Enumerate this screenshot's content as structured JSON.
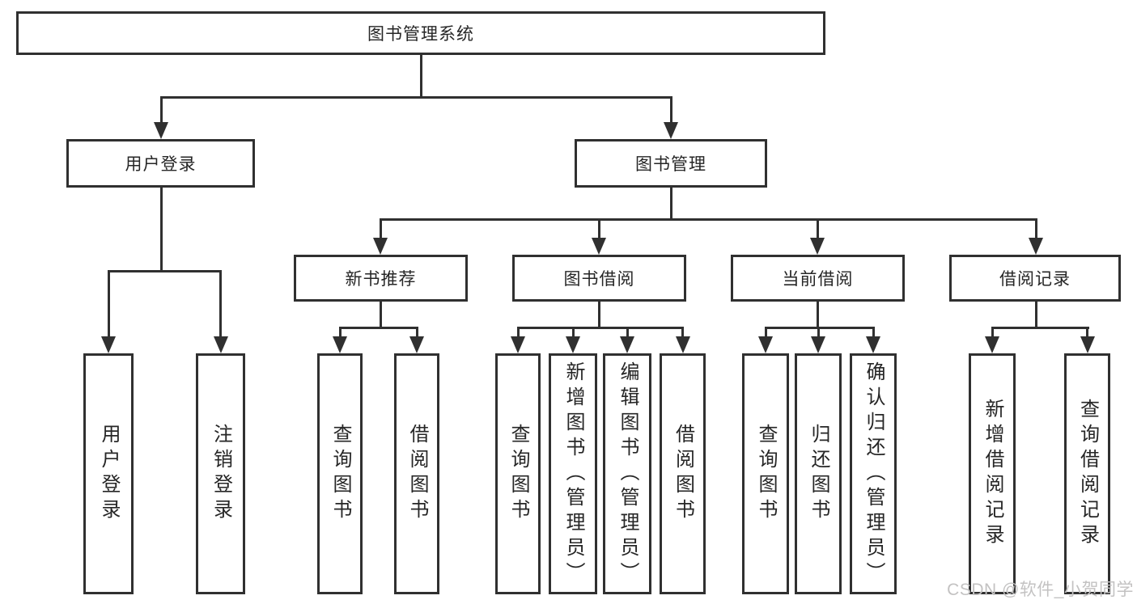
{
  "diagram_title": "图书管理系统",
  "colors": {
    "line": "#303030",
    "box_background": "#ffffff",
    "text": "#262626",
    "watermark": "#c3c2c2"
  },
  "nodes": {
    "root": "图书管理系统",
    "user_login": "用户登录",
    "book_mgmt": "图书管理",
    "new_book_rec": "新书推荐",
    "book_borrow": "图书借阅",
    "current_borrow": "当前借阅",
    "borrow_record": "借阅记录",
    "ul_login": "用户登录",
    "ul_logout": "注销登录",
    "nb_query": "查询图书",
    "nb_borrow": "借阅图书",
    "bb_query": "查询图书",
    "bb_add": "新增图书（管理员）",
    "bb_edit": "编辑图书（管理员）",
    "bb_borrow": "借阅图书",
    "cb_query": "查询图书",
    "cb_return": "归还图书",
    "cb_confirm": "确认归还（管理员）",
    "br_add": "新增借阅记录",
    "br_query": "查询借阅记录"
  },
  "watermark": "CSDN @软件_小贺同学"
}
